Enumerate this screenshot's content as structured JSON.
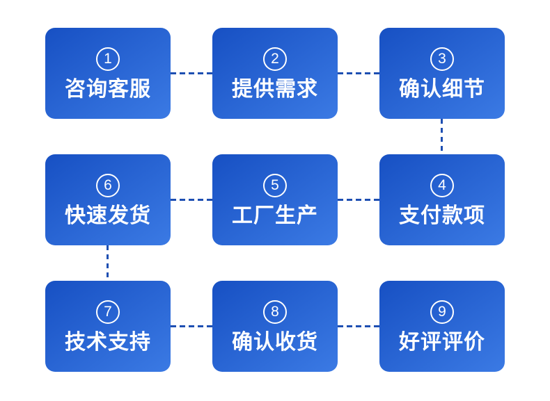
{
  "colors": {
    "background": "#ffffff",
    "box_gradient_start": "#1750c3",
    "box_gradient_end": "#3b7ae4",
    "box_text": "#ffffff",
    "connector": "#1e4fb2"
  },
  "steps": [
    {
      "number": "1",
      "label": "咨询客服"
    },
    {
      "number": "2",
      "label": "提供需求"
    },
    {
      "number": "3",
      "label": "确认细节"
    },
    {
      "number": "4",
      "label": "支付款项"
    },
    {
      "number": "5",
      "label": "工厂生产"
    },
    {
      "number": "6",
      "label": "快速发货"
    },
    {
      "number": "7",
      "label": "技术支持"
    },
    {
      "number": "8",
      "label": "确认收货"
    },
    {
      "number": "9",
      "label": "好评评价"
    }
  ],
  "connections": [
    {
      "from": "1",
      "to": "2",
      "style": "dashed"
    },
    {
      "from": "2",
      "to": "3",
      "style": "dashed"
    },
    {
      "from": "3",
      "to": "4",
      "style": "dashed"
    },
    {
      "from": "4",
      "to": "5",
      "style": "dashed"
    },
    {
      "from": "5",
      "to": "6",
      "style": "dashed"
    },
    {
      "from": "6",
      "to": "7",
      "style": "dashed"
    },
    {
      "from": "7",
      "to": "8",
      "style": "dashed"
    },
    {
      "from": "8",
      "to": "9",
      "style": "dashed"
    }
  ]
}
